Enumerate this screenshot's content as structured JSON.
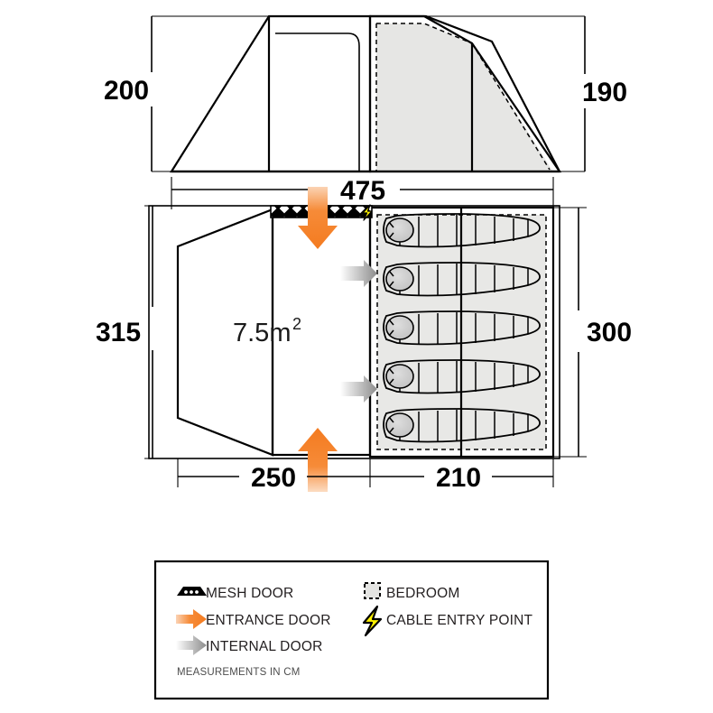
{
  "diagram": {
    "title": "Tent floor plan and elevation",
    "units_note": "MEASUREMENTS IN CM",
    "area_label": "7.5m",
    "area_exponent": "2",
    "sleeping_capacity": 5
  },
  "dimensions": {
    "elevation_left_height": "200",
    "elevation_right_height": "190",
    "overall_length": "475",
    "plan_left_width": "315",
    "plan_right_width": "300",
    "living_length": "250",
    "bedroom_length": "210"
  },
  "legend": {
    "items": [
      {
        "icon": "mesh-door-icon",
        "label": "MESH DOOR"
      },
      {
        "icon": "entrance-door-icon",
        "label": "ENTRANCE DOOR"
      },
      {
        "icon": "internal-door-icon",
        "label": "INTERNAL DOOR"
      },
      {
        "icon": "bedroom-icon",
        "label": "BEDROOM"
      },
      {
        "icon": "cable-entry-point-icon",
        "label": "CABLE ENTRY POINT"
      }
    ],
    "note": "MEASUREMENTS IN CM"
  },
  "colors": {
    "entrance_arrow": "#F47B20",
    "internal_arrow": "#9B9B9B",
    "cable_icon": "#FFF200",
    "bedroom_fill": "#E8E8E6",
    "outline": "#000000",
    "legend_text": "#231F20",
    "note_text": "#4D4D4D"
  }
}
